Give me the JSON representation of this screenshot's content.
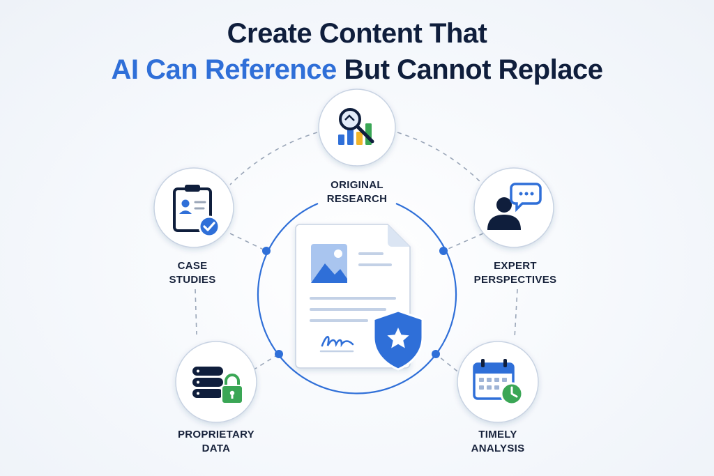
{
  "title": {
    "line1": "Create Content That",
    "line2_highlight": "AI Can Reference",
    "line2_rest": " But Cannot Replace"
  },
  "nodes": [
    {
      "id": "original-research",
      "label_line1": "ORIGINAL",
      "label_line2": "RESEARCH",
      "icon": "magnifier-chart-icon"
    },
    {
      "id": "case-studies",
      "label_line1": "CASE",
      "label_line2": "STUDIES",
      "icon": "clipboard-check-icon"
    },
    {
      "id": "expert-perspectives",
      "label_line1": "EXPERT",
      "label_line2": "PERSPECTIVES",
      "icon": "person-chat-icon"
    },
    {
      "id": "proprietary-data",
      "label_line1": "PROPRIETARY",
      "label_line2": "DATA",
      "icon": "database-lock-icon"
    },
    {
      "id": "timely-analysis",
      "label_line1": "TIMELY",
      "label_line2": "ANALYSIS",
      "icon": "calendar-clock-icon"
    }
  ],
  "center": {
    "icon": "document-shield-icon"
  },
  "colors": {
    "navy": "#0f1e3c",
    "blue": "#2f6fd8",
    "light_blue": "#cfe0f7",
    "green": "#3aa655",
    "yellow": "#f0b429"
  }
}
